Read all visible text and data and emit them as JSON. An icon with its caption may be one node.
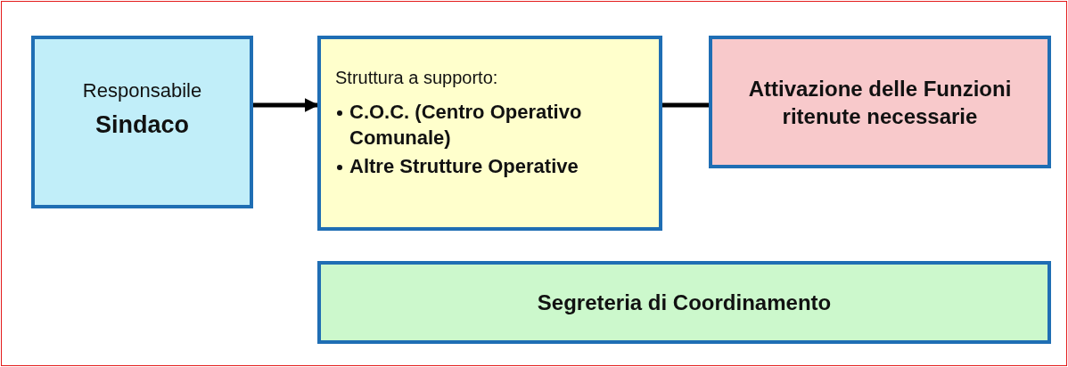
{
  "diagram": {
    "nodes": [
      {
        "text": [
          "Responsabile",
          "Sindaco"
        ]
      },
      {
        "text": [
          "Struttura a supporto:",
          "C.O.C. (Centro Operativo Comunale)",
          "Altre Strutture Operative"
        ]
      },
      {
        "text": [
          "Attivazione delle Funzioni ritenute necessarie"
        ]
      },
      {
        "text": [
          "Segreteria di Coordinamento"
        ]
      }
    ],
    "edges": [
      {
        "from": 0,
        "to": 1,
        "arrow": "to"
      },
      {
        "from": 1,
        "to": 2,
        "arrow": "none"
      }
    ]
  }
}
